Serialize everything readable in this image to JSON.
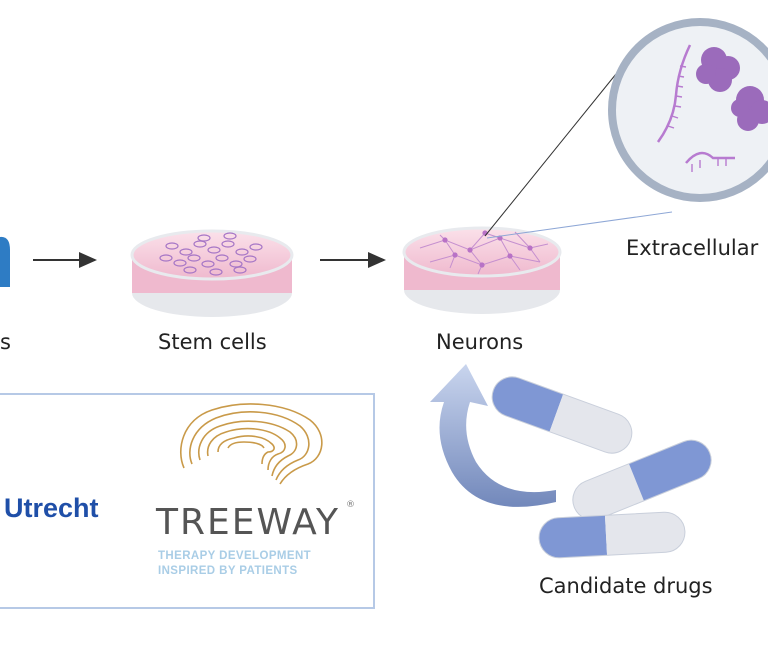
{
  "steps": [
    {
      "label": "s"
    },
    {
      "label": "Stem cells"
    },
    {
      "label": "Neurons"
    },
    {
      "label": "Extracellular"
    }
  ],
  "drugs": {
    "label": "Candidate drugs"
  },
  "partners": {
    "utrecht": "Utrecht",
    "treeway": {
      "name": "TREEWAY",
      "registered": "®",
      "tagline_1": "THERAPY DEVELOPMENT",
      "tagline_2": "INSPIRED BY PATIENTS"
    }
  },
  "colors": {
    "dish_fill": "#f3c9d9",
    "dish_rim": "#e8eaee",
    "cell_purple": "#a676c6",
    "neuron_purple": "#c58fcf",
    "circle_ring": "#a6b2c4",
    "circle_fill": "#eef1f5",
    "capsule_blue": "#7f97d4",
    "capsule_grey": "#e4e6ec",
    "arrow_blue": "#7a8fbd",
    "treeway_gold": "#c99a49",
    "utrecht_blue": "#1f4fa8",
    "box_border": "#b6c9e6"
  }
}
